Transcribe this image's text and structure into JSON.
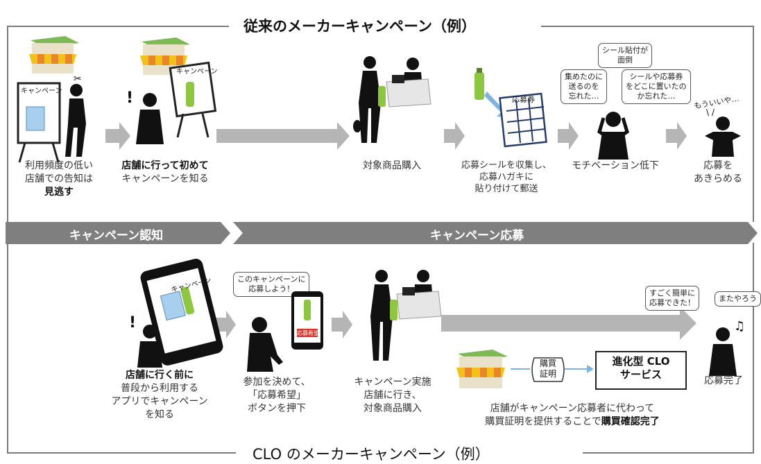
{
  "top_title": "従来のメーカーキャンペーン（例）",
  "bottom_title": "CLO のメーカーキャンペーン（例）",
  "banners": {
    "left": "キャンペーン認知",
    "right": "キャンペーン応募"
  },
  "top_steps": [
    {
      "lines": [
        "利用頻度の低い",
        "店舗での告知は"
      ],
      "bold": "見逃す"
    },
    {
      "bold": "店舗に行って初めて",
      "lines": [
        "キャンペーンを知る"
      ]
    },
    {
      "lines": [
        "対象商品購入"
      ]
    },
    {
      "lines": [
        "応募シールを収集し、",
        "応募ハガキに",
        "貼り付けて郵送"
      ]
    },
    {
      "lines": [
        "モチベーション低下"
      ]
    },
    {
      "lines": [
        "応募を",
        "あきらめる"
      ]
    }
  ],
  "top_bubbles": {
    "sticker": [
      "シール貼付が",
      "面倒"
    ],
    "forgot_send": [
      "集めたのに",
      "送るのを",
      "忘れた…"
    ],
    "forgot_place": [
      "シールや応募券",
      "をどこに置いたの",
      "か忘れた…"
    ],
    "giveup": "もういいや…",
    "sign": "キャンペーン",
    "poster": "キャンペーン",
    "card": "応募券"
  },
  "bottom_steps": [
    {
      "bold": "店舗に行く前に",
      "lines": [
        "普段から利用する",
        "アプリでキャンペーン",
        "を知る"
      ]
    },
    {
      "lines": [
        "参加を決めて、",
        "「応募希望」",
        "ボタンを押下"
      ]
    },
    {
      "lines": [
        "キャンペーン実施",
        "店舗に行き、",
        "対象商品購入"
      ]
    },
    {
      "lines": [
        "応募完了"
      ]
    }
  ],
  "bottom_bubbles": {
    "apply": [
      "このキャンペーンに",
      "応募しよう！"
    ],
    "easy": [
      "すごく簡単に",
      "応募できた！"
    ],
    "again": "またやろう",
    "phone_screen": "キャンペーン",
    "apply_button": "応募希望"
  },
  "proof_tag": [
    "購買",
    "証明"
  ],
  "clo_service": [
    "進化型 CLO",
    "サービス"
  ],
  "store_note": {
    "line1": "店舗がキャンペーン応募者に代わって",
    "line2_plain": "購買証明を提供することで",
    "line2_bold": "購買確認完了"
  },
  "colors": {
    "banner": "#7f7f7f",
    "arrow": "#b5b5b5",
    "silhouette": "#111111",
    "awning_yellow": "#f2c21b",
    "awning_orange": "#e9862a",
    "roof_green": "#7dba54",
    "bottle_green": "#8dc63f",
    "flow_blue": "#7fb3e0"
  }
}
